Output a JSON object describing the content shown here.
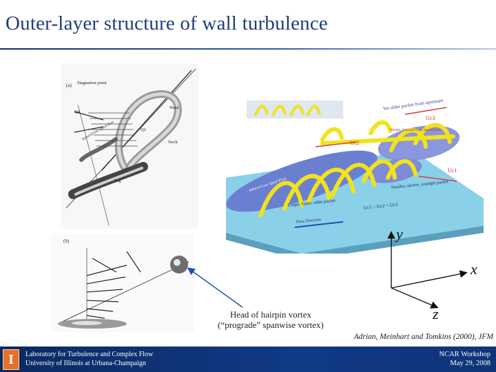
{
  "slide": {
    "title": "Outer-layer structure of wall turbulence"
  },
  "figure_a": {
    "panel_label": "(a)",
    "labels": {
      "stagnation": "Stagnation point",
      "head": "Head",
      "neck": "Neck",
      "leg": "Leg",
      "q4": "Q4",
      "q2": "Q2",
      "induced": "Induced low speed flow"
    }
  },
  "figure_b": {
    "panel_label": "(b)"
  },
  "figure_c": {
    "labels": {
      "yet_older": "Yet older packet from upstream",
      "uc3": "Uc3",
      "uc2": "Uc2",
      "uc1": "Uc1",
      "weakly_induced": "Weakly Induced Low Speed Flow",
      "induced_low": "Induced Low Speed Flow",
      "larger_faster": "Larger, faster, older packet",
      "smaller_slower": "Smaller, slower, younger packet",
      "speed_relation": "Uc1 < Uc2 < Uc3",
      "flow_direction": "Flow Direction"
    }
  },
  "axes": {
    "y": "y",
    "x": "x",
    "z": "z"
  },
  "hairpin_caption": {
    "line1": "Head of hairpin vortex",
    "line2": "(“prograde” spanwise vortex)"
  },
  "citation": "Adrian, Meinhart and Tomkins (2000), JFM",
  "footer": {
    "logo_glyph": "I",
    "left_line1": "Laboratory for Turbulence and Complex Flow",
    "left_line2": "University of Illinois at Urbana-Champaign",
    "right_line1": "NCAR Workshop",
    "right_line2": "May 29, 2008"
  },
  "colors": {
    "title": "#1f3d7a",
    "footer_bg": "#103a85",
    "logo": "#e8702a",
    "vortex_yellow": "#f2e21a",
    "low_speed_blue": "#6b7fd0",
    "plate": "#8ad0e8",
    "arrow_blue": "#1f4fb5",
    "red_arrow": "#d63a3a"
  }
}
